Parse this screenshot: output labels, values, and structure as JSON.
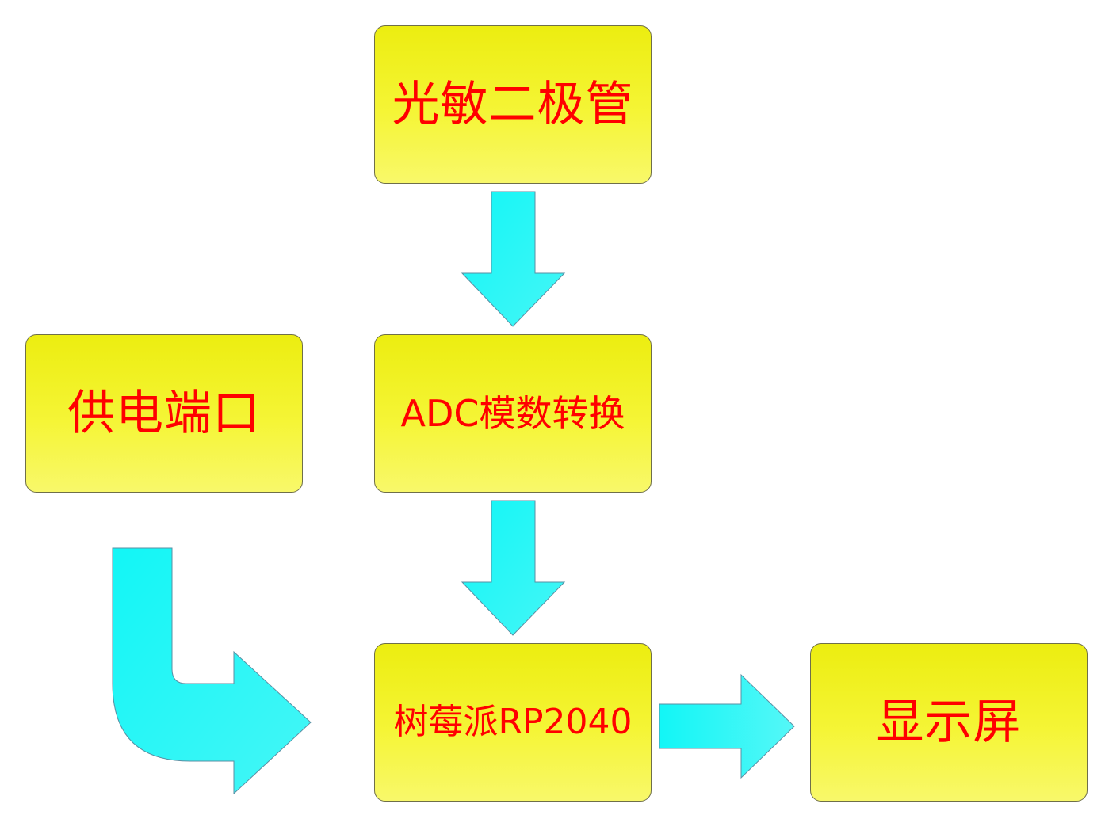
{
  "diagram": {
    "nodes": {
      "photodiode": {
        "label": "光敏二极管"
      },
      "power_port": {
        "label": "供电端口"
      },
      "adc": {
        "label": "ADC模数转换"
      },
      "rp2040": {
        "label": "树莓派RP2040"
      },
      "display": {
        "label": "显示屏"
      }
    },
    "edges": [
      {
        "from": "photodiode",
        "to": "adc"
      },
      {
        "from": "adc",
        "to": "rp2040"
      },
      {
        "from": "power_port",
        "to": "rp2040"
      },
      {
        "from": "rp2040",
        "to": "display"
      }
    ],
    "colors": {
      "box_fill": "#f5f536",
      "box_border": "#6f6f4a",
      "label_text": "#ff0000",
      "arrow_fill": "#1ff7f7",
      "arrow_stroke": "#5a8fa3"
    }
  }
}
